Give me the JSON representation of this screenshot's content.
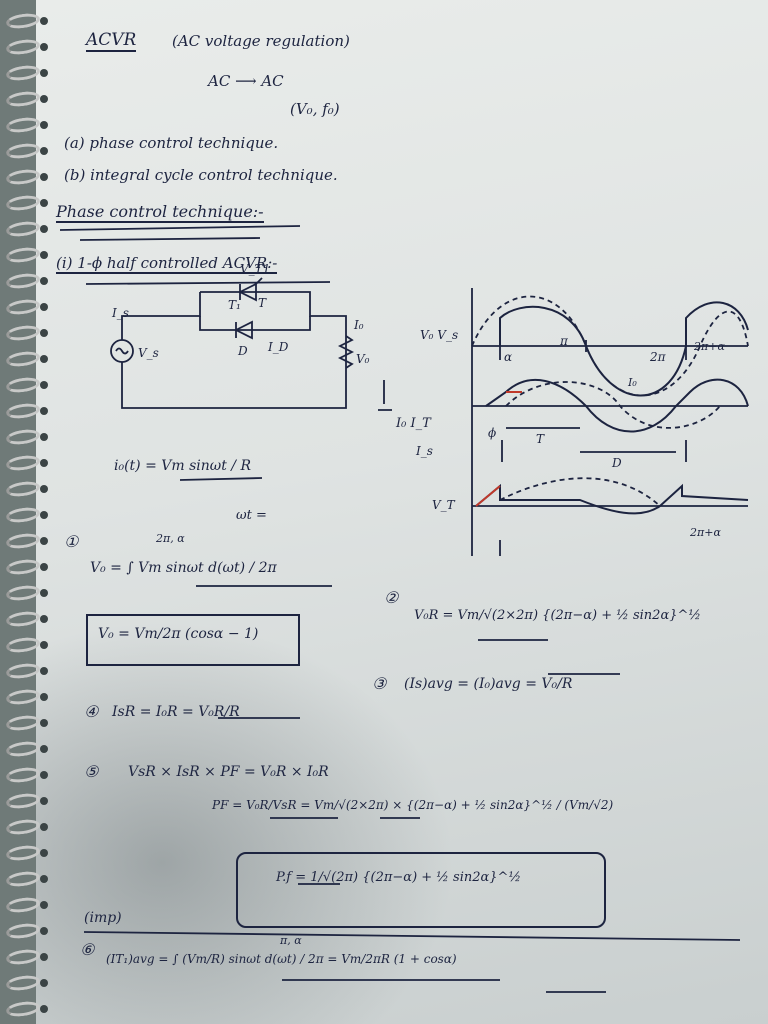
{
  "heading": "ACVR",
  "heading_full": "(AC voltage regulation)",
  "conversion": "AC ⟶ AC",
  "conversion_params": "(V₀, f₀)",
  "methods": [
    "(a) phase control technique.",
    "(b) integral cycle control technique."
  ],
  "section_title": "Phase control technique:-",
  "subsection_title": "(i) 1-ϕ half controlled ACVR:-",
  "circuit": {
    "scr_label": "T₁",
    "scr_top_label": "T",
    "scr_voltage": "V_T1",
    "diode_label": "D",
    "diode_current": "I_D",
    "source_current": "I_s",
    "source_label": "V_s",
    "output_current": "I₀",
    "output_voltage": "V₀"
  },
  "waveforms": {
    "vs_label": "V₀ V_s",
    "alpha": "α",
    "pi": "π",
    "two_pi": "2π",
    "two_pi_alpha": "2π+α",
    "io_label": "I₀ I_T",
    "is_label": "I_s",
    "phi": "ϕ",
    "t_label": "T",
    "d_label": "D",
    "vt_label": "V_T",
    "io_extra": "I₀"
  },
  "eq_current": "i₀(t) = Vm sinωt / R",
  "eq_wt": "ωt =",
  "eq1_label": "①",
  "eq1": "V₀ = ∫ Vm sinωt d(ωt) / 2π",
  "eq1_limits": "2π, α",
  "eq1_result": "V₀ = Vm/2π (cosα − 1)",
  "eq2_label": "②",
  "eq2": "V₀R = Vm/√(2×2π) {(2π−α) + ½ sin2α}^½",
  "eq3_label": "③",
  "eq3": "(Is)avg = (I₀)avg = V₀/R",
  "eq4_label": "④",
  "eq4": "IsR = I₀R = V₀R/R",
  "eq5_label": "⑤",
  "eq5a": "VsR × IsR × PF = V₀R × I₀R",
  "eq5b": "PF = V₀R/VsR = Vm/√(2×2π) × {(2π−α) + ½ sin2α}^½ / (Vm/√2)",
  "eq5_result": "P.f = 1/√(2π) {(2π−α) + ½ sin2α}^½",
  "imp": "(imp)",
  "eq6_label": "⑥",
  "eq6": "(IT₁)avg = ∫ (Vm/R) sinωt d(ωt) / 2π = Vm/2πR (1 + cosα)",
  "eq6_limits": "π, α"
}
